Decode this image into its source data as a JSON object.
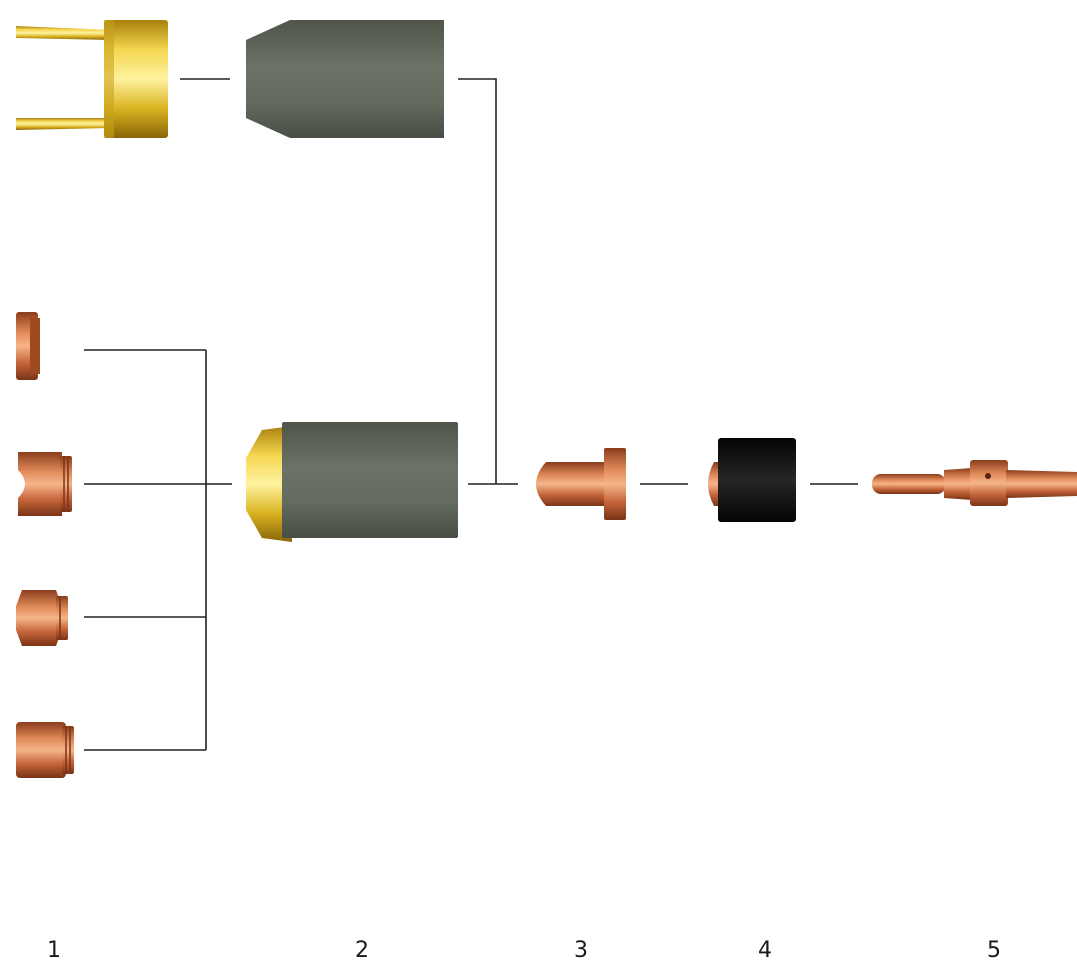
{
  "column_labels": [
    "1",
    "2",
    "3",
    "4",
    "5"
  ],
  "colors": {
    "brass": "#d8b21a",
    "copper": "#c46a3a",
    "ceramic": "#5e6458",
    "insulator": "#111111",
    "line": "#222222"
  }
}
